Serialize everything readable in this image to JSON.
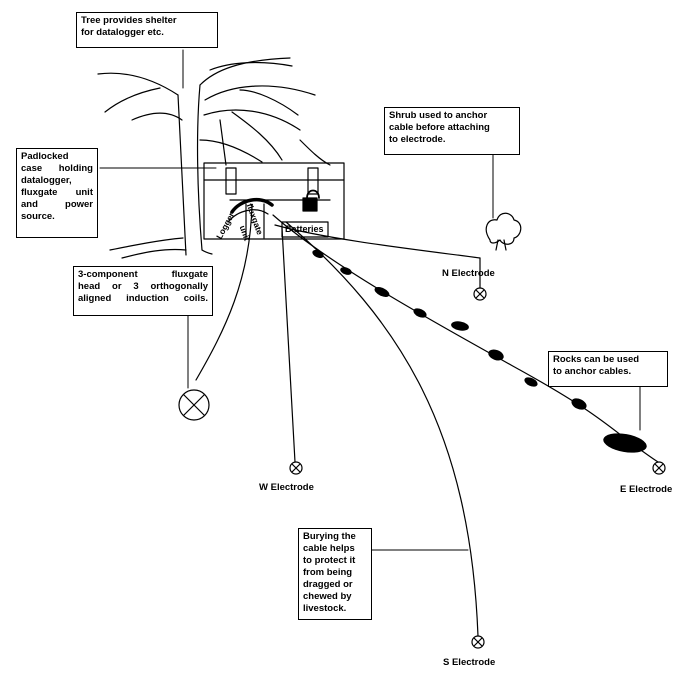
{
  "callouts": {
    "tree": [
      "Tree provides shelter",
      "for datalogger etc."
    ],
    "case": [
      "Padlocked",
      "case holding",
      "datalogger,",
      "fluxgate unit",
      "and power",
      "source."
    ],
    "fluxgate": [
      "3-component fluxgate",
      "head or 3 orthogonally",
      "aligned induction coils."
    ],
    "shrub": [
      "Shrub used to anchor",
      "cable before attaching",
      "to electrode."
    ],
    "rocks": [
      "Rocks can be used",
      "to anchor cables."
    ],
    "burying": [
      "Burying the",
      "cable helps",
      "to protect it",
      "from being",
      "dragged or",
      "chewed by",
      "livestock."
    ]
  },
  "case_labels": {
    "logger": "Logger",
    "fluxgate": "fluxgate",
    "unit": "unit",
    "batteries": "Batteries"
  },
  "electrodes": {
    "north": "N Electrode",
    "west": "W Electrode",
    "east": "E Electrode",
    "south": "S Electrode"
  },
  "symbols": {
    "electrode": "circle-cross-icon",
    "padlock": "padlock-icon",
    "shrub": "shrub-icon",
    "rock": "rock-icon"
  }
}
